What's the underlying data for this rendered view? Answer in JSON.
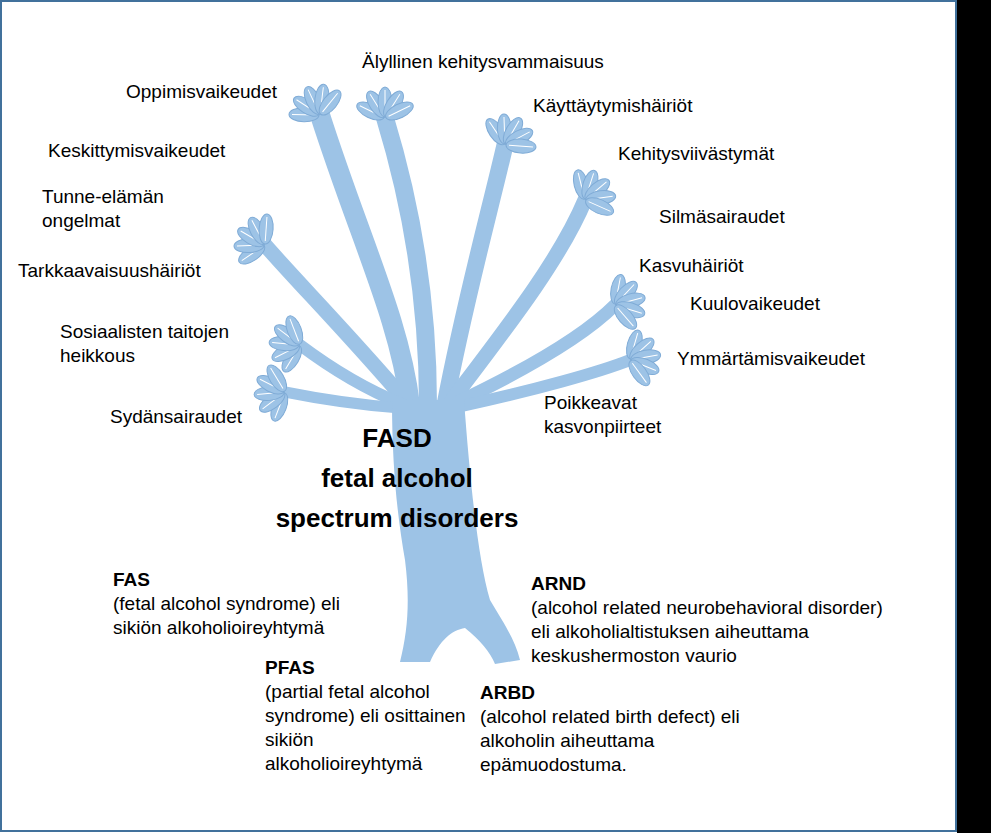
{
  "diagram": {
    "title": "FASD",
    "labels": [
      "Älyllinen kehitysvammaisuus",
      "Oppimisvaikeudet",
      "Käyttäytymishäiriöt",
      "Keskittymisvaikeudet",
      "Kehitysviivästymät",
      "Tunne-elämän ongelmat",
      "Silmäsairaudet",
      "Tarkkaavaisuushäiriöt",
      "Kasvuhäiriöt",
      "Kuulovaikeudet",
      "Sosiaalisten taitojen heikkous",
      "Ymmärtämisvaikeudet",
      "Sydänsairaudet",
      "Poikkeavat kasvonpiirteet",
      "fetal alcohol spectrum disorders",
      "FAS",
      "(fetal alcohol syndrome) eli sikiön alkoholioireyhtymä",
      "ARND",
      "(alcohol related neurobehavioral disorder) eli alkoholialtistuksen aiheuttama keskushermoston vaurio",
      "PFAS",
      "(partial fetal alcohol syndrome) eli osittainen sikiön alkoholioireyhtymä",
      "ARBD",
      "(alcohol related birth defect) eli alkoholin aiheuttama epämuodostuma."
    ]
  }
}
